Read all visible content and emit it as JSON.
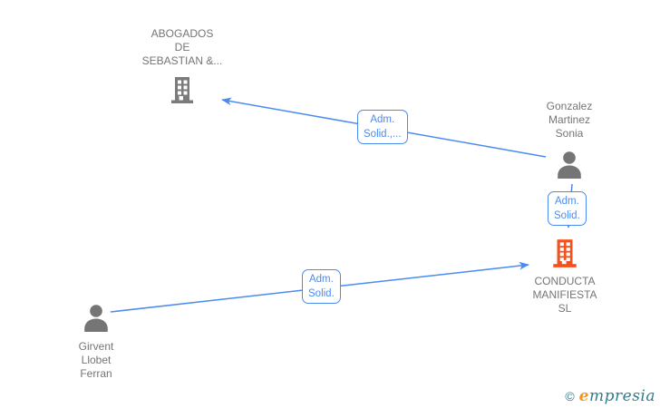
{
  "diagram": {
    "nodes": {
      "abogados": {
        "label": "ABOGADOS\nDE\nSEBASTIAN &...",
        "type": "company",
        "icon": "building-icon",
        "icon_color": "#7b7b7b"
      },
      "gonzalez": {
        "label": "Gonzalez\nMartinez\nSonia",
        "type": "person",
        "icon": "person-icon",
        "icon_color": "#757575"
      },
      "conducta": {
        "label": "CONDUCTA\nMANIFIESTA\nSL",
        "type": "company",
        "icon": "building-icon",
        "icon_color": "#f4511e"
      },
      "girvent": {
        "label": "Girvent\nLlobet\nFerran",
        "type": "person",
        "icon": "person-icon",
        "icon_color": "#757575"
      }
    },
    "edges": [
      {
        "from": "gonzalez",
        "to": "abogados",
        "label": "Adm.\nSolid.,..."
      },
      {
        "from": "gonzalez",
        "to": "conducta",
        "label": "Adm.\nSolid."
      },
      {
        "from": "girvent",
        "to": "conducta",
        "label": "Adm.\nSolid."
      }
    ],
    "colors": {
      "edge_blue": "#4a8bf0",
      "node_text_gray": "#757575",
      "company_highlight_orange": "#f4511e",
      "icon_gray": "#7b7b7b",
      "background": "#ffffff"
    }
  },
  "watermark": {
    "copyright_symbol": "©",
    "brand": "empresia",
    "brand_first_letter": "e",
    "brand_rest": "mpresia",
    "colors": {
      "teal": "#2e7d8c",
      "orange": "#f7941d"
    }
  }
}
